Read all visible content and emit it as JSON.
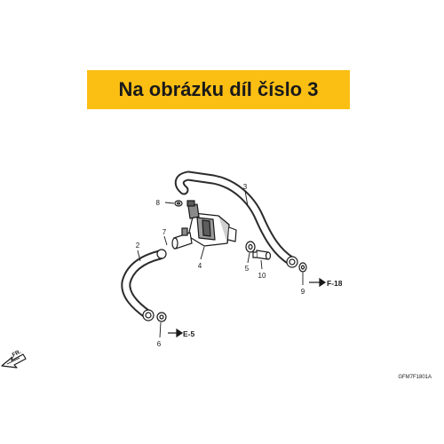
{
  "banner": {
    "text": "Na obrázku díl číslo 3"
  },
  "callouts": [
    "8",
    "3",
    "7",
    "2",
    "4",
    "5",
    "10",
    "9",
    "6"
  ],
  "refs": {
    "f18": "F-18",
    "e5": "E-5",
    "fr": "FR."
  },
  "code": "GFM7F1801A",
  "colors": {
    "banner": "#fbbf14",
    "line": "#1a1a1a",
    "hose": "#2b2b2b"
  }
}
